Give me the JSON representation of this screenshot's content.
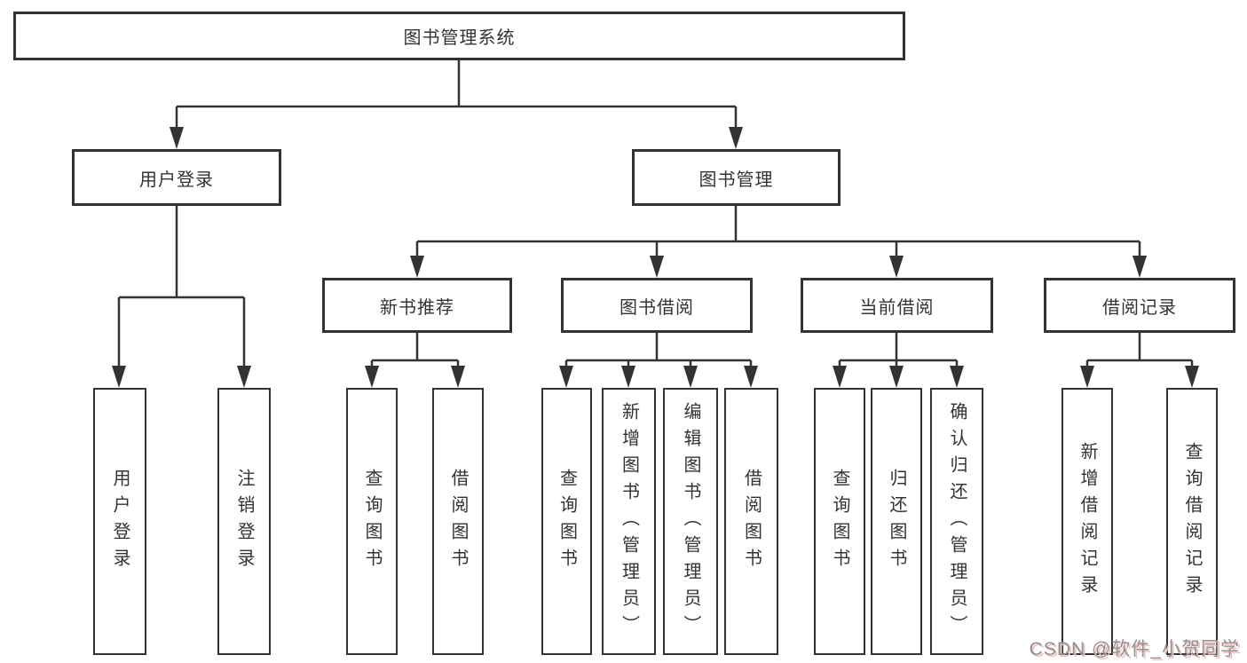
{
  "root": {
    "label": "图书管理系统"
  },
  "level2": {
    "user_login": {
      "label": "用户登录"
    },
    "book_management": {
      "label": "图书管理"
    }
  },
  "level3": {
    "new_book_recommend": {
      "label": "新书推荐"
    },
    "book_borrow": {
      "label": "图书借阅"
    },
    "current_borrow": {
      "label": "当前借阅"
    },
    "borrow_records": {
      "label": "借阅记录"
    }
  },
  "leaves": {
    "user_login": [
      "用户登录",
      "注销登录"
    ],
    "new_book_recommend": [
      "查询图书",
      "借阅图书"
    ],
    "book_borrow": [
      "查询图书",
      "新增图书（管理员）",
      "编辑图书（管理员）",
      "借阅图书"
    ],
    "current_borrow": [
      "查询图书",
      "归还图书",
      "确认归还（管理员）"
    ],
    "borrow_records": [
      "新增借阅记录",
      "查询借阅记录"
    ]
  },
  "watermark": {
    "text": "CSDN @软件_小贺同学"
  },
  "colors": {
    "line": "#333333",
    "text": "#333333",
    "box_background": "#ffffff",
    "page_background": "#ffffff",
    "watermark_text": "#909090",
    "watermark_shadow": "#f2bdbd"
  }
}
